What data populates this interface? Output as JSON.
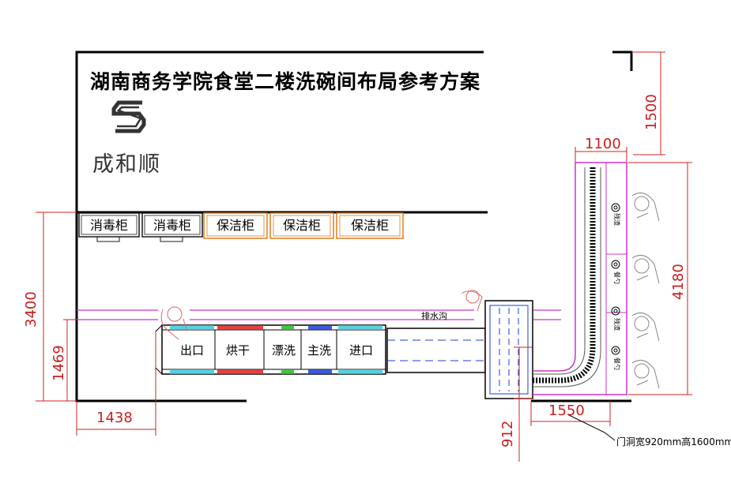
{
  "title": "湖南商务学院食堂二楼洗碗间布局参考方案",
  "brand": {
    "name": "成和顺",
    "logo_icon": "ss-logo-icon"
  },
  "cabinets": [
    {
      "label": "消毒柜",
      "color": "#1a1a1a"
    },
    {
      "label": "消毒柜",
      "color": "#1a1a1a"
    },
    {
      "label": "保洁柜",
      "color": "#e07b1f"
    },
    {
      "label": "保洁柜",
      "color": "#e07b1f"
    },
    {
      "label": "保洁柜",
      "color": "#e07b1f"
    }
  ],
  "machine_sections": [
    {
      "label": "出口"
    },
    {
      "label": "烘干"
    },
    {
      "label": "漂洗"
    },
    {
      "label": "主洗"
    },
    {
      "label": "进口"
    }
  ],
  "drain_label": "排水沟",
  "conveyor_tags": [
    "残渣",
    "餐勺",
    "残渣",
    "餐勺"
  ],
  "dimensions": {
    "room_right_top": "1500",
    "conveyor_width": "1100",
    "height_right": "4180",
    "height_left": "3400",
    "drain_offset": "1469",
    "left_offset": "1438",
    "bottom_right": "1550",
    "door_offset": "912"
  },
  "door_note": "门洞宽920mm高1600mm",
  "colors": {
    "wall": "#000000",
    "dimension": "#d02020",
    "conveyor": "#cc33cc",
    "water": "#1a3fd6",
    "cyan": "#2ec4d6",
    "dry": "#e02020",
    "rinse": "#22bb22"
  }
}
